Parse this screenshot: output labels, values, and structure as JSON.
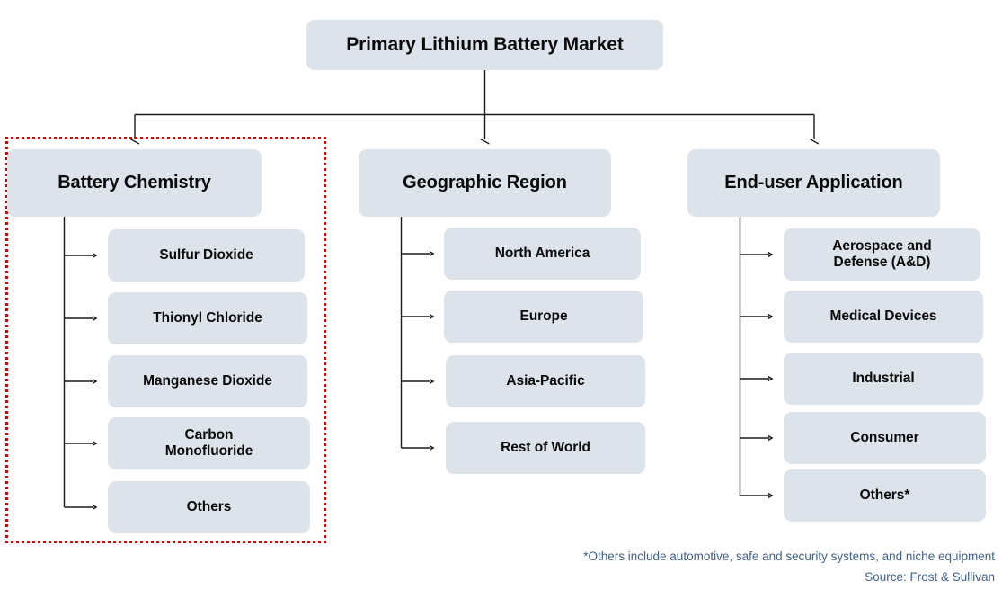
{
  "diagram": {
    "root": {
      "label": "Primary Lithium Battery Market"
    },
    "branches": [
      {
        "id": "battery-chemistry",
        "label": "Battery Chemistry",
        "highlighted": true,
        "children": [
          {
            "label": "Sulfur Dioxide"
          },
          {
            "label": "Thionyl Chloride"
          },
          {
            "label": "Manganese Dioxide"
          },
          {
            "label": "Carbon\nMonofluoride"
          },
          {
            "label": "Others"
          }
        ]
      },
      {
        "id": "geographic-region",
        "label": "Geographic Region",
        "highlighted": false,
        "children": [
          {
            "label": "North America"
          },
          {
            "label": "Europe"
          },
          {
            "label": "Asia-Pacific"
          },
          {
            "label": "Rest of World"
          }
        ]
      },
      {
        "id": "end-user-application",
        "label": "End-user Application",
        "highlighted": false,
        "children": [
          {
            "label": "Aerospace and\nDefense (A&D)"
          },
          {
            "label": "Medical Devices"
          },
          {
            "label": "Industrial"
          },
          {
            "label": "Consumer"
          },
          {
            "label": "Others*"
          }
        ]
      }
    ]
  },
  "footnotes": {
    "others_note": "*Others include automotive, safe and security systems, and niche equipment",
    "source": "Source: Frost & Sullivan"
  },
  "colors": {
    "box_fill": "#dce3ea",
    "box_text": "#0a0a0a",
    "connector": "#1a1a1a",
    "highlight_border": "#c00d0d",
    "footnote_text": "#41618c",
    "background": "#ffffff"
  }
}
